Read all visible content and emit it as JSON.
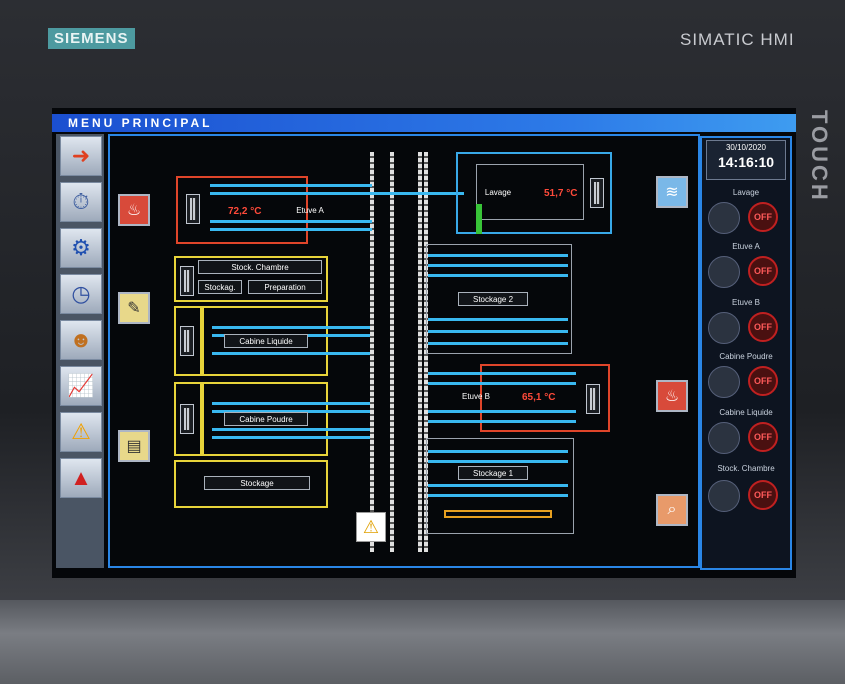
{
  "device": {
    "brand": "SIEMENS",
    "model": "SIMATIC HMI",
    "side_label": "TOUCH"
  },
  "screen": {
    "title": "MENU PRINCIPAL"
  },
  "clock": {
    "date": "30/10/2020",
    "time": "14:16:10"
  },
  "nav_icons": [
    "exit-door-icon",
    "timer-icon",
    "gears-icon",
    "clock-icon",
    "user-icon",
    "trend-chart-icon",
    "warning-icon",
    "alarm-icon"
  ],
  "zones": {
    "etuve_a": {
      "label": "Etuve A",
      "temp": "72,2 °C"
    },
    "stock_chambre": {
      "label": "Stock. Chambre"
    },
    "stockag": {
      "label": "Stockag."
    },
    "preparation": {
      "label": "Preparation"
    },
    "cabine_liquide": {
      "label": "Cabine Liquide"
    },
    "cabine_poudre": {
      "label": "Cabine Poudre"
    },
    "stockage": {
      "label": "Stockage"
    },
    "lavage": {
      "label": "Lavage",
      "temp": "51,7 °C"
    },
    "stockage_2": {
      "label": "Stockage 2"
    },
    "etuve_b": {
      "label": "Etuve B",
      "temp": "65,1 °C"
    },
    "stockage_1": {
      "label": "Stockage 1"
    }
  },
  "right_panel": {
    "off_label": "OFF",
    "items": [
      {
        "label": "Lavage"
      },
      {
        "label": "Etuve A"
      },
      {
        "label": "Etuve B"
      },
      {
        "label": "Cabine Poudre"
      },
      {
        "label": "Cabine Liquide"
      },
      {
        "label": "Stock. Chambre"
      }
    ]
  },
  "colors": {
    "accent_blue": "#2a86e6",
    "belt": "#39b8f0",
    "oven_border": "#e0452a",
    "cabin_border": "#e8d43a",
    "temperature_text": "#ff4a3a",
    "off_red": "#c02020"
  }
}
